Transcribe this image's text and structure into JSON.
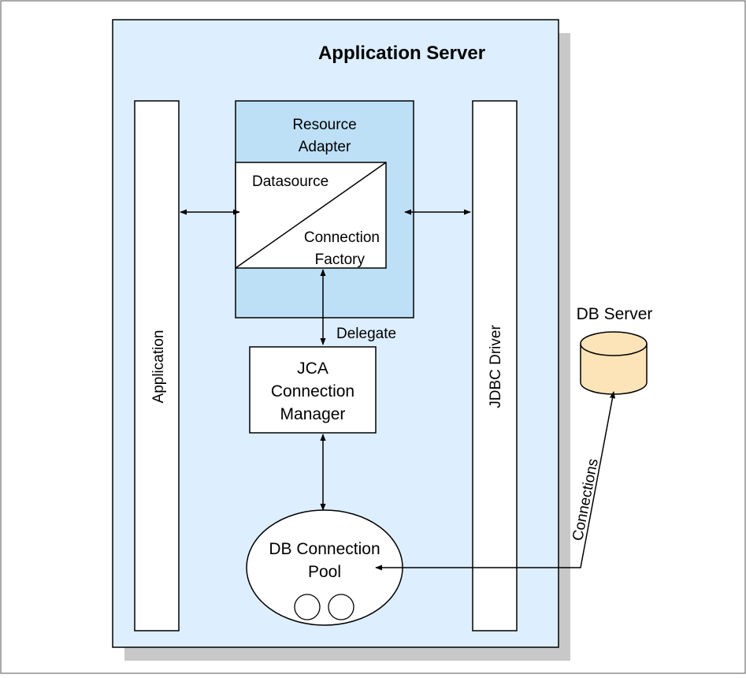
{
  "diagram": {
    "title": "Application Server",
    "application_label": "Application",
    "jdbc_driver_label": "JDBC Driver",
    "resource_adapter": [
      "Resource",
      "Adapter"
    ],
    "datasource_label": "Datasource",
    "connection_factory": [
      "Connection",
      "Factory"
    ],
    "delegate_label": "Delegate",
    "jca_manager": [
      "JCA",
      "Connection",
      "Manager"
    ],
    "db_pool": [
      "DB Connection",
      "Pool"
    ],
    "db_server_label": "DB Server",
    "connections_label": "Connections"
  },
  "colors": {
    "server_fill": "#ddeeff",
    "adapter_fill": "#bde0f7",
    "shadow": "#c8c8c8",
    "db_fill": "#fde3b8",
    "line": "#000000"
  }
}
